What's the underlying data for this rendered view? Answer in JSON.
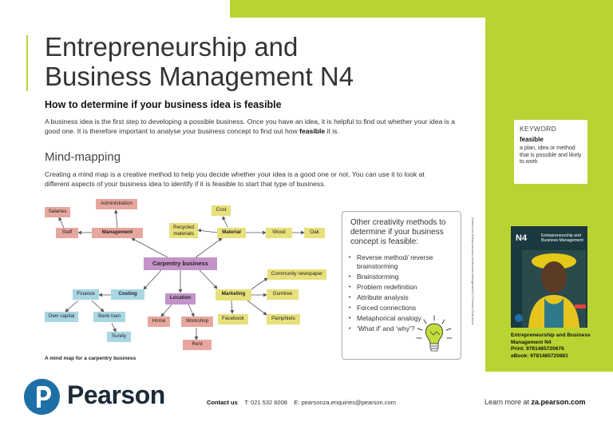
{
  "header": {
    "title_line1": "Entrepreneurship and",
    "title_line2": "Business Management N4"
  },
  "section": {
    "heading": "How to determine if your business idea is feasible",
    "intro_part1": "A business idea is the first step to developing a possible business. Once you have an idea, it is helpful to find out whether your idea is a good one. It is therefore important to analyse your business concept to find out how ",
    "intro_bold": "feasible",
    "intro_part2": " it is."
  },
  "mindmapping": {
    "heading": "Mind-mapping",
    "text": "Creating a mind map is a creative method to help you decide whether your idea is a good one or not. You can use it to look at different aspects of your business idea to identify if it is feasible to start that type of business.",
    "caption": "A mind map for a carpentry business",
    "nodes": {
      "center": "Carpentry business",
      "administration": "Administration",
      "salaries": "Salaries",
      "staff": "Staff",
      "management": "Management",
      "cost": "Cost",
      "recycled": "Recycled materials",
      "material": "Material",
      "wood": "Wood",
      "oak": "Oak",
      "community": "Community newspaper",
      "marketing": "Marketing",
      "gumtree": "Gumtree",
      "facebook": "Facebook",
      "pamphlets": "Pamphlets",
      "finance": "Finance",
      "costing": "Costing",
      "own_capital": "Own capital",
      "bank_loan": "Bank loan",
      "surety": "Surety",
      "location": "Location",
      "home": "Home",
      "workshop": "Workshop",
      "rent": "Rent"
    }
  },
  "creativity_box": {
    "title": "Other creativity methods to determine if your business concept is feasible:",
    "items": [
      "Reverse method/ reverse brainstorming",
      "Brainstorming",
      "Problem redefinition",
      "Attribute analysis",
      "Forced connections",
      "Metaphorical analogy",
      "‘What if’ and ‘why’?"
    ]
  },
  "credit_text": "Content from Entrepreneurship and Business Management N4 © Pearson South Africa",
  "keyword": {
    "label": "KEYWORD",
    "term": "feasible",
    "definition": "a plan, idea or method that is possible and likely to work"
  },
  "book": {
    "cover_n4": "N4",
    "cover_title": "Entrepreneurship and Business Management",
    "title": "Entrepreneurship and Business Management N4",
    "print_label": "Print:",
    "print_isbn": "9781485720676",
    "ebook_label": "eBook:",
    "ebook_isbn": "9781485720881"
  },
  "footer": {
    "brand": "Pearson",
    "contact_label": "Contact us",
    "phone_label": "T:",
    "phone": "021 532 6008",
    "email_label": "E:",
    "email": "pearsonza.enquiries@pearson.com",
    "learn_prefix": "Learn more at ",
    "learn_url": "za.pearson.com"
  },
  "colors": {
    "accent_green": "#b9d432",
    "node_pink": "#e8a79e",
    "node_yellow": "#e8e07a",
    "node_purple": "#c493c9",
    "node_blue": "#a8d6e3",
    "pearson_blue": "#1e6fa6"
  }
}
